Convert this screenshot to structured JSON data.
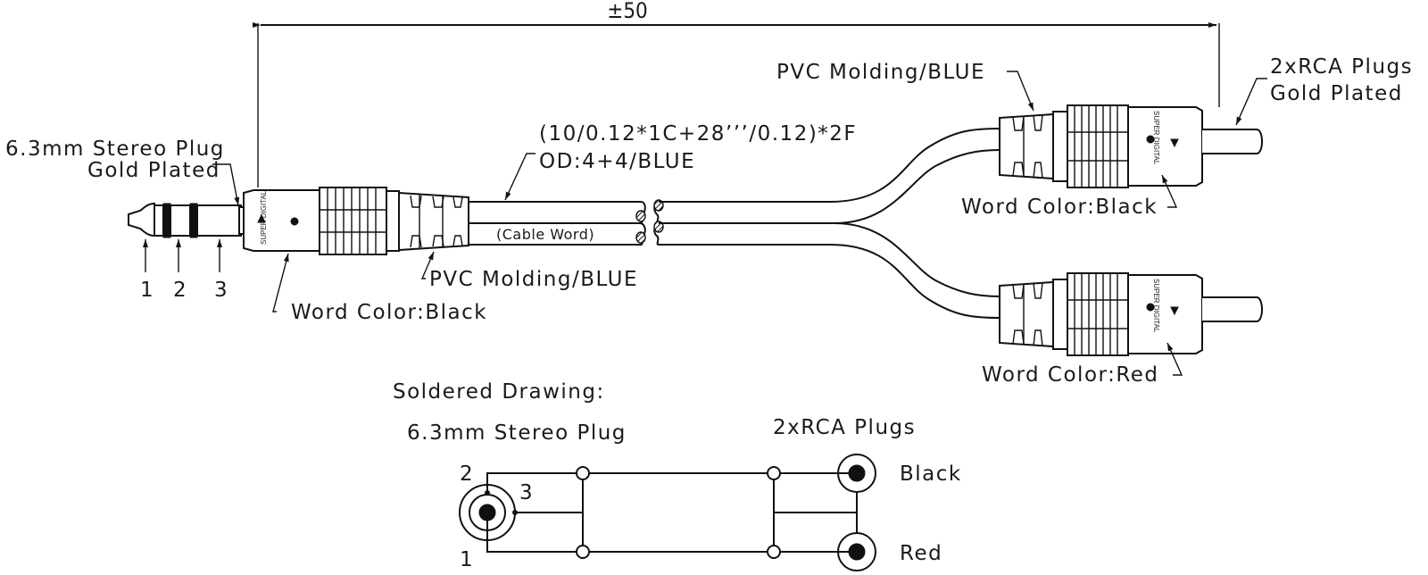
{
  "dimension": {
    "length_label": "±50"
  },
  "stereo_plug": {
    "title_line1": "6.3mm  Stereo  Plug",
    "title_line2": "Gold  Plated",
    "pins": [
      "1",
      "2",
      "3"
    ],
    "brand_text": "SUPER DIGITAL",
    "word_color_label": "Word  Color:Black",
    "molding_label": "PVC  Molding/BLUE"
  },
  "cable": {
    "spec_line1": "(10/0.12*1C+28’’’/0.12)*2F",
    "spec_line2": "OD:4+4/BLUE",
    "cable_word": "(Cable  Word)"
  },
  "rca_plugs": {
    "title_line1": "2xRCA  Plugs",
    "title_line2": "Gold  Plated",
    "molding_label": "PVC  Molding/BLUE",
    "brand_text": "SUPER DIGITAL",
    "top_word_color_label": "Word  Color:Black",
    "bottom_word_color_label": "Word  Color:Red"
  },
  "soldered_drawing": {
    "heading": "Soldered  Drawing:",
    "left_title": "6.3mm  Stereo  Plug",
    "right_title": "2xRCA  Plugs",
    "pin_labels": [
      "2",
      "3",
      "1"
    ],
    "rca_labels": [
      "Black",
      "Red"
    ]
  }
}
